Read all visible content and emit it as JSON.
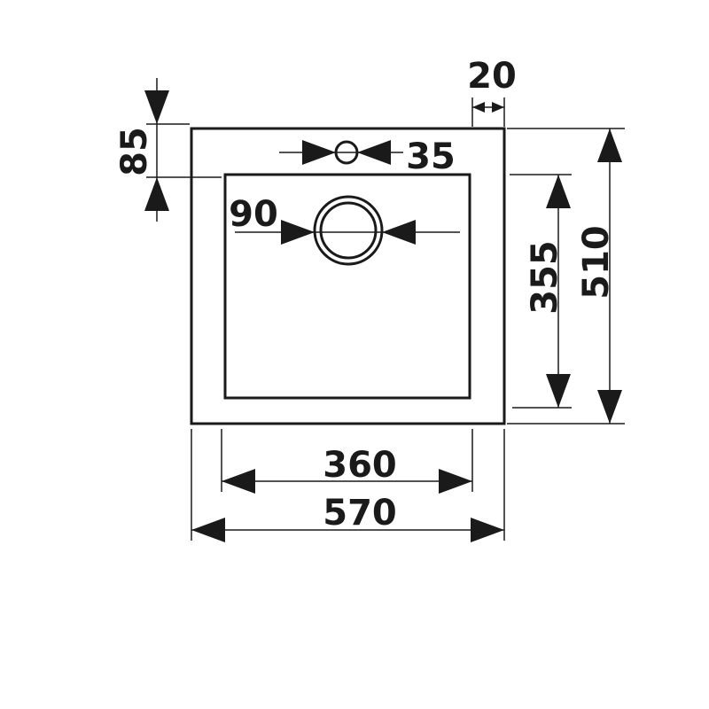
{
  "diagram": {
    "dimensions": {
      "overall_width": "570",
      "bowl_width": "360",
      "overall_depth": "510",
      "bowl_depth": "355",
      "rim_to_bowl": "85",
      "tap_hole_offset": "20",
      "tap_hole_diameter": "35",
      "drain_diameter": "90"
    },
    "colors": {
      "line": "#1a1a1a",
      "background": "#ffffff"
    }
  }
}
